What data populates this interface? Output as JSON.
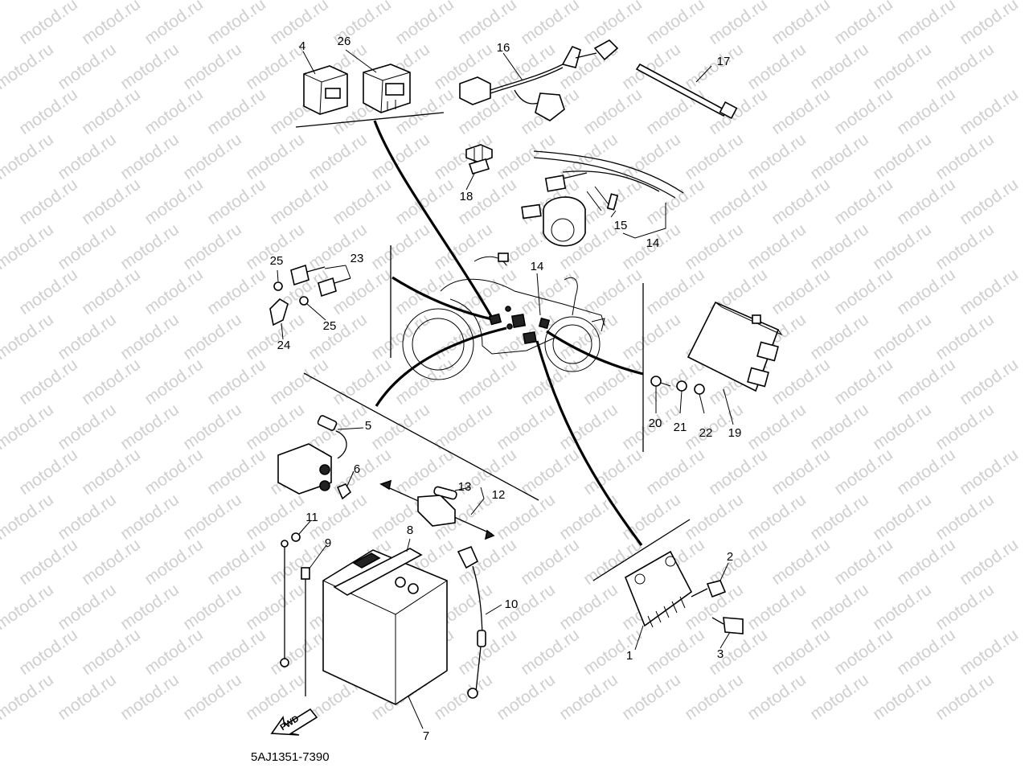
{
  "watermark": {
    "text": "motod.ru",
    "color": "#cfcfcf"
  },
  "diagram_code": "5AJ1351-7390",
  "fwd_label": "FWD",
  "callouts": {
    "c1": "1",
    "c2": "2",
    "c3": "3",
    "c4": "4",
    "c5": "5",
    "c6": "6",
    "c7": "7",
    "c8": "8",
    "c9": "9",
    "c10": "10",
    "c11": "11",
    "c12": "12",
    "c13": "13",
    "c14a": "14",
    "c14b": "14",
    "c15": "15",
    "c16": "16",
    "c17": "17",
    "c18": "18",
    "c19": "19",
    "c20": "20",
    "c21": "21",
    "c22": "22",
    "c23": "23",
    "c24": "24",
    "c25a": "25",
    "c25b": "25",
    "c26": "26"
  }
}
